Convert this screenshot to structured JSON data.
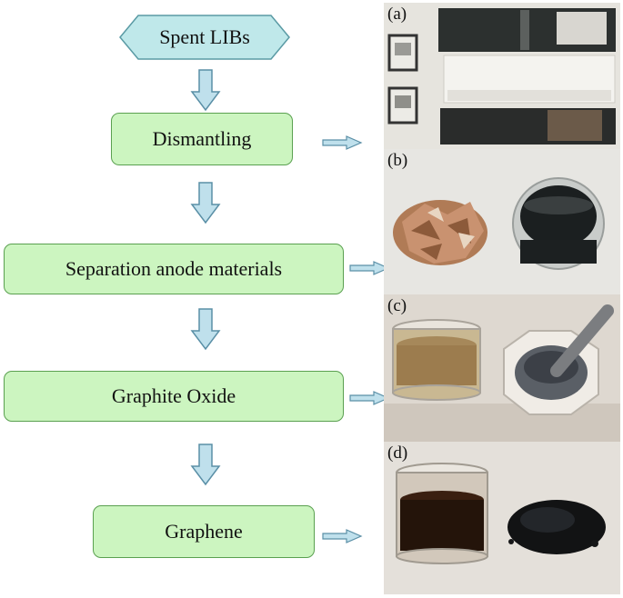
{
  "flow": {
    "steps": [
      {
        "label": "Spent LIBs",
        "shape": "hexagon"
      },
      {
        "label": "Dismantling",
        "shape": "rounded-rectangle"
      },
      {
        "label": "Separation anode materials",
        "shape": "rounded-rectangle"
      },
      {
        "label": "Graphite Oxide",
        "shape": "rounded-rectangle"
      },
      {
        "label": "Graphene",
        "shape": "rounded-rectangle"
      }
    ],
    "colors": {
      "hexagon_fill": "#bfe8ea",
      "hexagon_border": "#5a9aa4",
      "box_fill": "#ccf5c0",
      "box_border": "#5aa050",
      "arrow_fill": "#bfe0ec",
      "arrow_border": "#5a8fa6"
    }
  },
  "photos": [
    {
      "label": "(a)",
      "subject": "dismantled battery cells, cathode and anode sheets"
    },
    {
      "label": "(b)",
      "subject": "copper foil scraps and graphite dispersion in beaker"
    },
    {
      "label": "(c)",
      "subject": "graphite oxide suspension and powder in mortar"
    },
    {
      "label": "(d)",
      "subject": "graphene dispersion in beaker and black powder"
    }
  ]
}
